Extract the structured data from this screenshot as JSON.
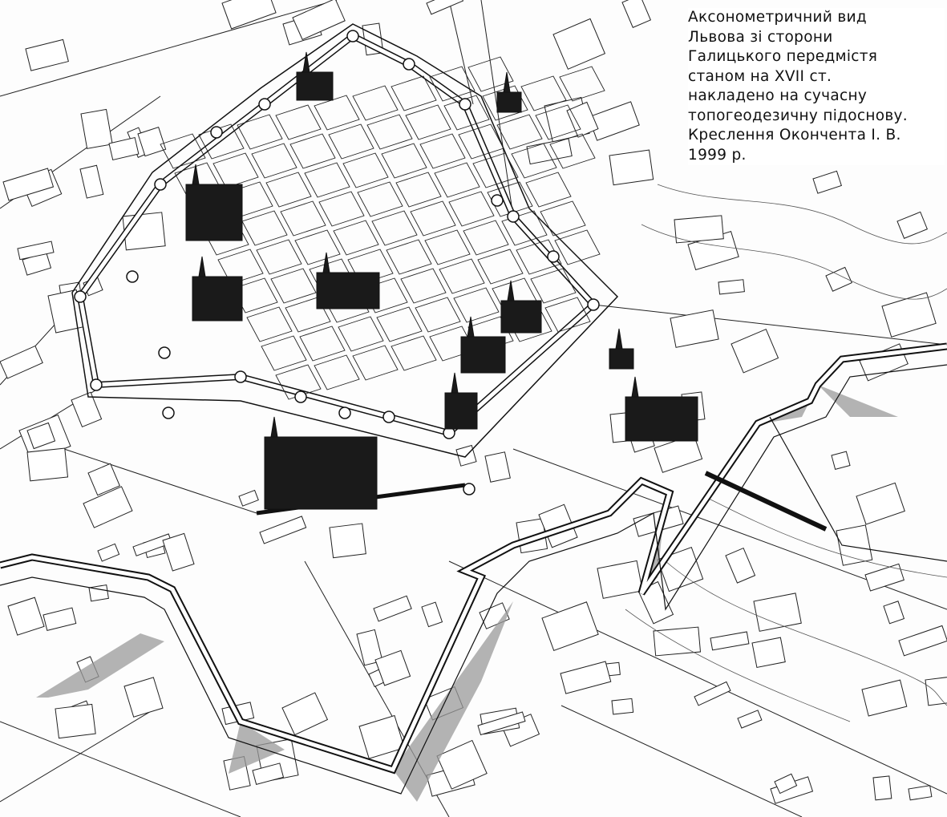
{
  "caption": {
    "lines": [
      "Аксонометричний вид",
      "Львова зі сторони",
      "Галицького передмістя",
      "станом на XVII ст.",
      "накладено на сучасну",
      "топогеодезичну підоснову.",
      "Креслення Окончента І. В.",
      "1999 р."
    ]
  },
  "colors": {
    "ink": "#111111",
    "paper": "#fdfdfd",
    "shadow": "#9a9a9a"
  }
}
